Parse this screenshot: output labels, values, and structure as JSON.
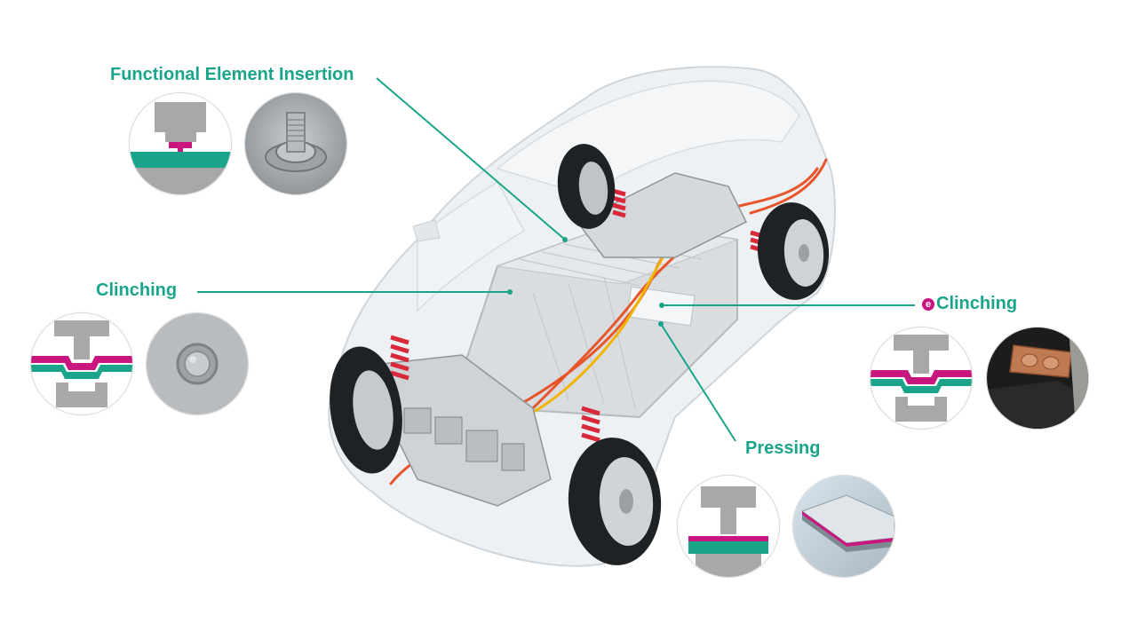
{
  "labels": {
    "functional_element_insertion": "Functional Element Insertion",
    "clinching": "Clinching",
    "eclinching_prefix": "e",
    "eclinching_rest": "Clinching",
    "pressing": "Pressing"
  },
  "colors": {
    "accent_green": "#1aa58a",
    "accent_magenta": "#c8177f",
    "tool_grey": "#a8a8a8",
    "car_body": "#e9edf0",
    "wire_orange": "#e8552a",
    "spring_red": "#d8283a"
  },
  "icons": {
    "functional_element_insertion": [
      "schematic-press-nut-icon",
      "press-nut-photo-icon"
    ],
    "clinching": [
      "schematic-clinch-icon",
      "clinch-point-photo-icon"
    ],
    "eclinching": [
      "schematic-eclinch-icon",
      "copper-busbar-photo-icon"
    ],
    "pressing": [
      "schematic-press-icon",
      "pressed-layers-photo-icon"
    ]
  }
}
